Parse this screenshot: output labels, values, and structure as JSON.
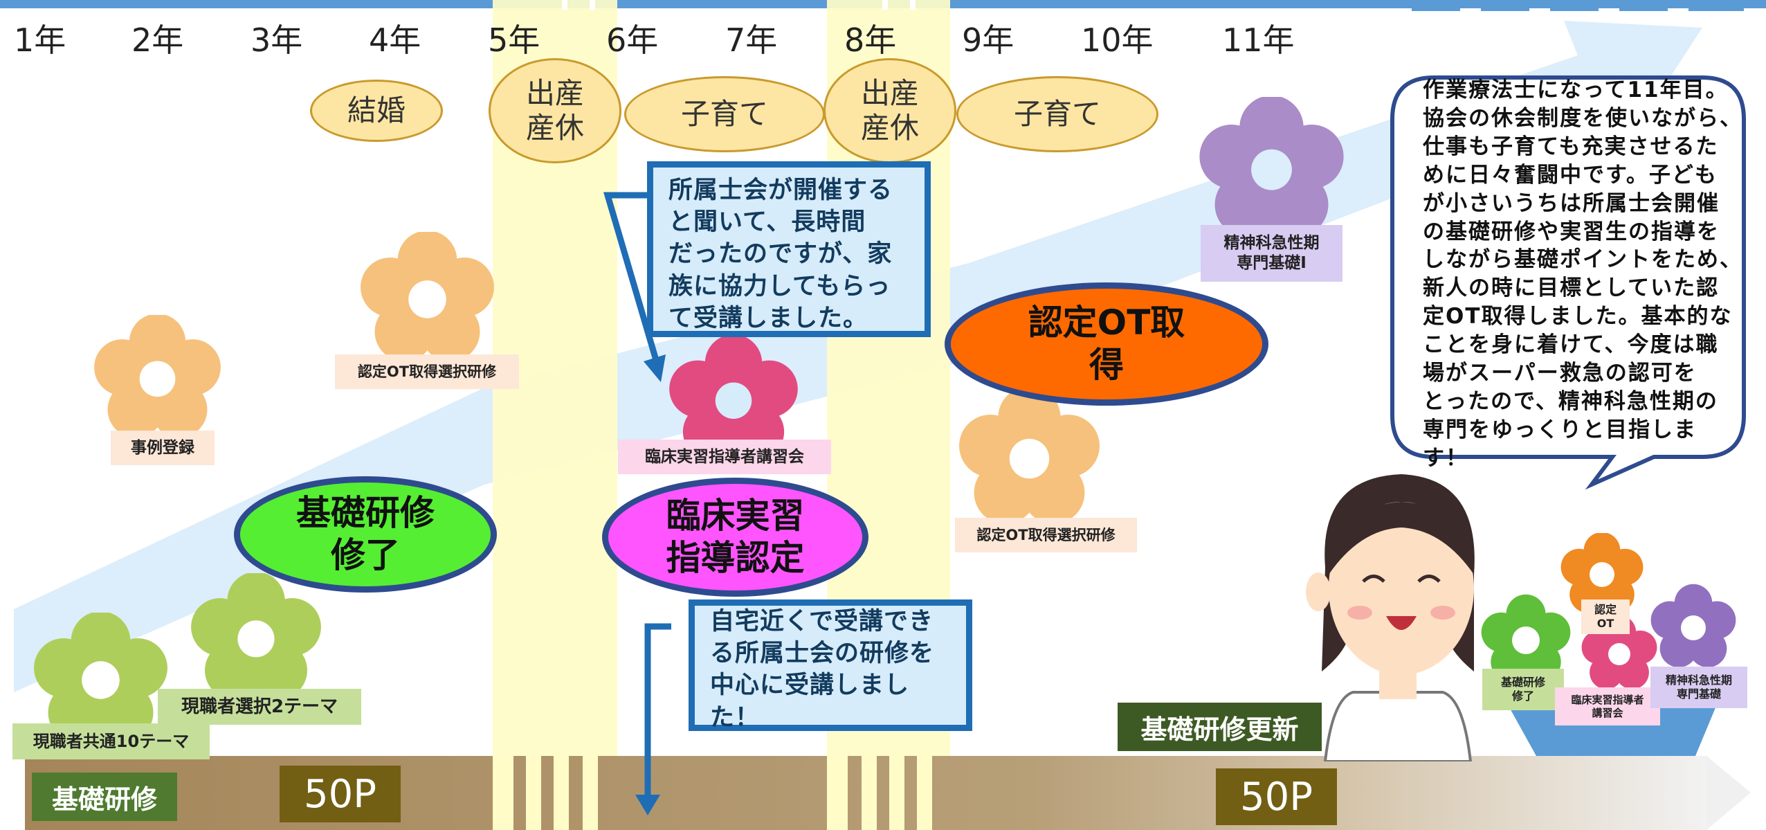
{
  "years": [
    "1年",
    "2年",
    "3年",
    "4年",
    "5年",
    "6年",
    "7年",
    "8年",
    "9年",
    "10年",
    "11年"
  ],
  "events": {
    "marriage": "結婚",
    "maternity_1": "出産\n産休",
    "childcare_1": "子育て",
    "maternity_2": "出産\n産休",
    "childcare_2": "子育て"
  },
  "flower_labels": {
    "common_10": "現職者共通10テーマ",
    "elective_2": "現職者選択2テーマ",
    "case_registration": "事例登録",
    "ot_elective_1": "認定OT取得選択研修",
    "clinical_course": "臨床実習指導者講習会",
    "ot_elective_2": "認定OT取得選択研修",
    "psych_basic": "精神科急性期\n専門基礎Ⅰ"
  },
  "milestones": {
    "basic_complete": "基礎研修\n修了",
    "clinical_cert": "臨床実習\n指導認定",
    "ot_acquired": "認定OT取\n得"
  },
  "quotes": {
    "upper": "所属士会が開催する\nと聞いて、長時間\nだったのですが、家\n族に協力してもらっ\nて受講しました。",
    "lower": "自宅近くで受講でき\nる所属士会の研修を\n中心に受講しまし\nた！"
  },
  "speech": "作業療法士になって11年目。\n協会の休会制度を使いながら、\n仕事も子育ても充実させるた\nめに日々奮闘中です。子ども\nが小さいうちは所属士会開催\nの基礎研修や実習生の指導を\nしながら基礎ポイントをため、\n新人の時に目標としていた認\n定OT取得しました。基本的な\nことを身に着けて、今度は職\n場がスーパー救急の認可を\nとったので、精神科急性期の\n専門をゆっくりと目指しま\nす！",
  "basket_labels": {
    "basic": "基礎研修\n修了",
    "ot": "認定\nOT",
    "clinical": "臨床実習指導者\n講習会",
    "psych": "精神科急性期\n専門基礎"
  },
  "bar": {
    "basic_training": "基礎研修",
    "points_1": "50P",
    "update": "基礎研修更新",
    "points_2": "50P"
  },
  "colors": {
    "top_band": "#5b9bd5",
    "leave_column": "#fffcc8",
    "event_oval": "#fde6a3",
    "path_band": "#dcedfb",
    "flower_green": "#aece5c",
    "flower_orange": "#f6c17c",
    "flower_pink": "#e24b80",
    "flower_purple": "#a98cc8",
    "milestone_green": "#55ee33",
    "milestone_magenta": "#ff55ff",
    "milestone_orange": "#ff6a00",
    "quote_border": "#1f6db5",
    "bar_brown": "#a5865a"
  }
}
